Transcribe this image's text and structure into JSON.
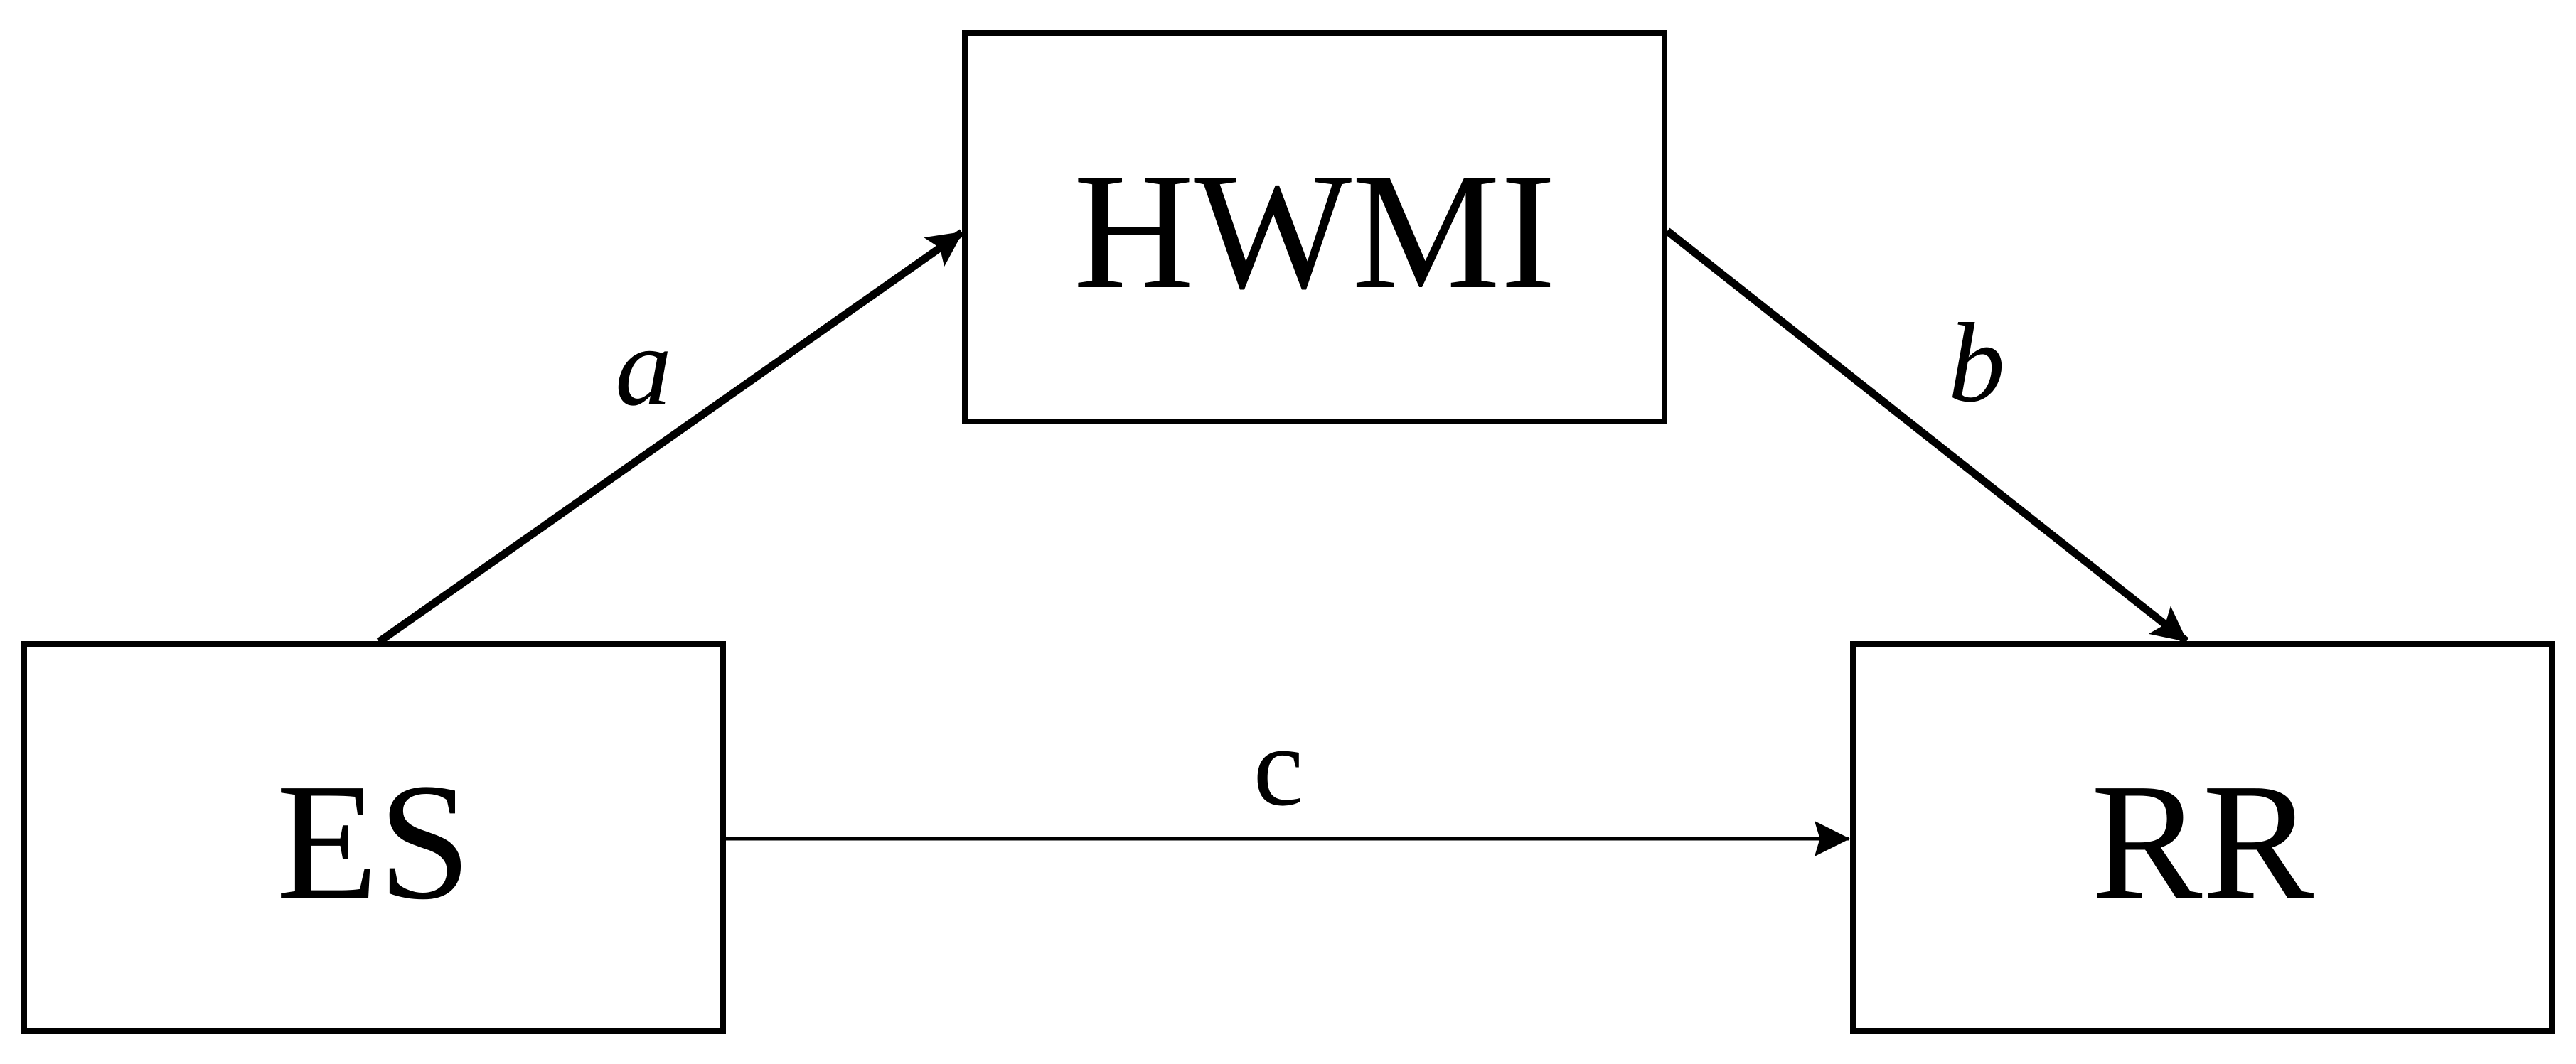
{
  "diagram": {
    "type": "mediation-model",
    "background_color": "#ffffff",
    "line_color": "#000000",
    "nodes": {
      "es": {
        "label": "ES"
      },
      "hwmi": {
        "label": "HWMI"
      },
      "rr": {
        "label": "RR"
      }
    },
    "edges": {
      "a": {
        "label": "a",
        "from": "ES",
        "to": "HWMI",
        "style": "thick-arrow"
      },
      "b": {
        "label": "b",
        "from": "HWMI",
        "to": "RR",
        "style": "thick-arrow"
      },
      "c": {
        "label": "c",
        "from": "ES",
        "to": "RR",
        "style": "thin-arrow"
      }
    }
  }
}
